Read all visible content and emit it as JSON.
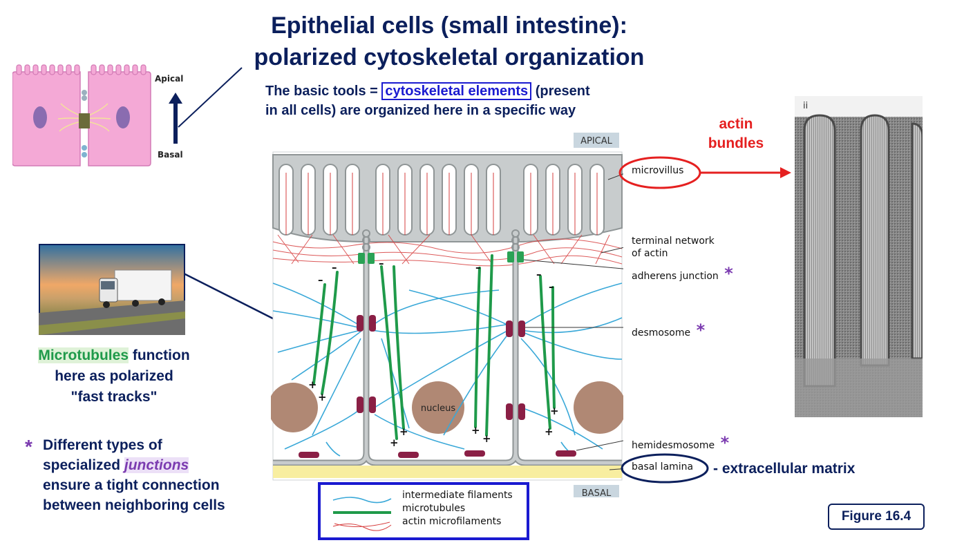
{
  "title": {
    "line1": "Epithelial cells (small intestine):",
    "line2": "polarized cytoskeletal organization"
  },
  "subtitle": {
    "prefix": "The basic tools = ",
    "highlight": "cytoskeletal elements",
    "suffix": " (present",
    "line2": "in all cells) are organized here in a specific way"
  },
  "mini_diagram": {
    "apical": "Apical",
    "basal": "Basal"
  },
  "side_text": {
    "microtubules_word": "Microtubules",
    "microtubules_rest1": " function",
    "line2": "here as polarized",
    "line3": "\"fast tracks\""
  },
  "junction_note": {
    "star": "*",
    "line1": "Different types of",
    "line2_prefix": "specialized ",
    "line2_em": "junctions",
    "line3": "ensure a tight connection",
    "line4": "between neighboring cells"
  },
  "diagram": {
    "apical_tag": "APICAL",
    "basal_tag": "BASAL",
    "nucleus": "nucleus",
    "labels": {
      "microvillus": "microvillus",
      "terminal1": "terminal network",
      "terminal2": "of actin",
      "adherens": "adherens junction",
      "desmosome": "desmosome",
      "hemidesmosome": "hemidesmosome",
      "basal_lamina": "basal lamina"
    },
    "plus": "+",
    "minus": "–"
  },
  "actin_bundles": {
    "line1": "actin",
    "line2": "bundles"
  },
  "micrograph_tag": "ii",
  "extracellular": "- extracellular matrix",
  "legend": {
    "items": [
      "intermediate filaments",
      "microtubules",
      "actin microfilaments"
    ]
  },
  "figure_label": "Figure 16.4",
  "colors": {
    "navy": "#0b1f5c",
    "microtubule_green": "#1f9a4a",
    "intermediate_blue": "#39a8d8",
    "actin_red": "#d63c3c",
    "annotation_red": "#e52020",
    "star_purple": "#7b3bb0",
    "nucleus_brown": "#b08874",
    "lamina_yellow": "#f8eea0",
    "junction_maroon": "#8a1f45"
  }
}
